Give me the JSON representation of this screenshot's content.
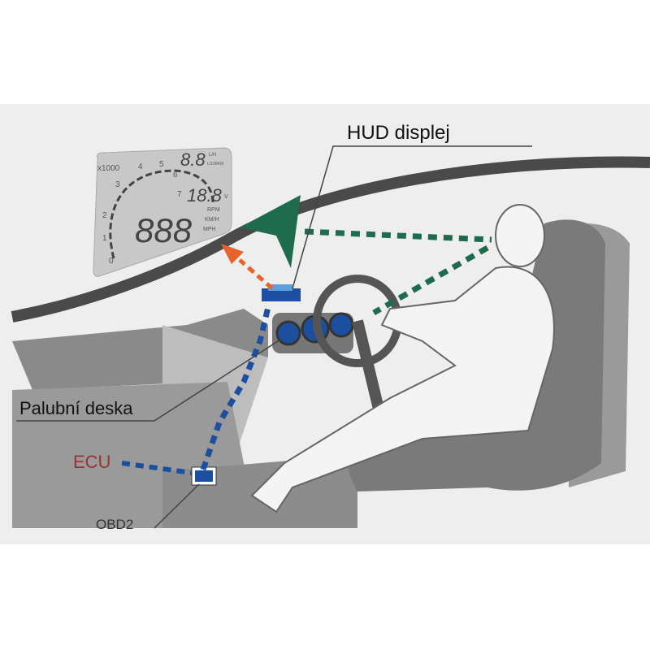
{
  "labels": {
    "hud": "HUD displej",
    "dashboard": "Palubní deska",
    "ecu": "ECU",
    "obd2": "OBD2"
  },
  "hud_panel": {
    "multiplier": "x1000",
    "ticks": [
      "0",
      "1",
      "2",
      "3",
      "4",
      "5",
      "6",
      "7"
    ],
    "top_value": "8.8",
    "top_unit1": "L/H",
    "top_unit2": "L/100KM",
    "mid_value": "18.8",
    "mid_unit": "V",
    "speed_value": "888",
    "units": [
      "RPM",
      "KM/H",
      "MPH"
    ]
  },
  "colors": {
    "ecu": "#a0312c",
    "signal_line": "#1d4fa0",
    "sight_line": "#1f6b4e",
    "projection": "#e8622c",
    "background": "#efefef"
  }
}
